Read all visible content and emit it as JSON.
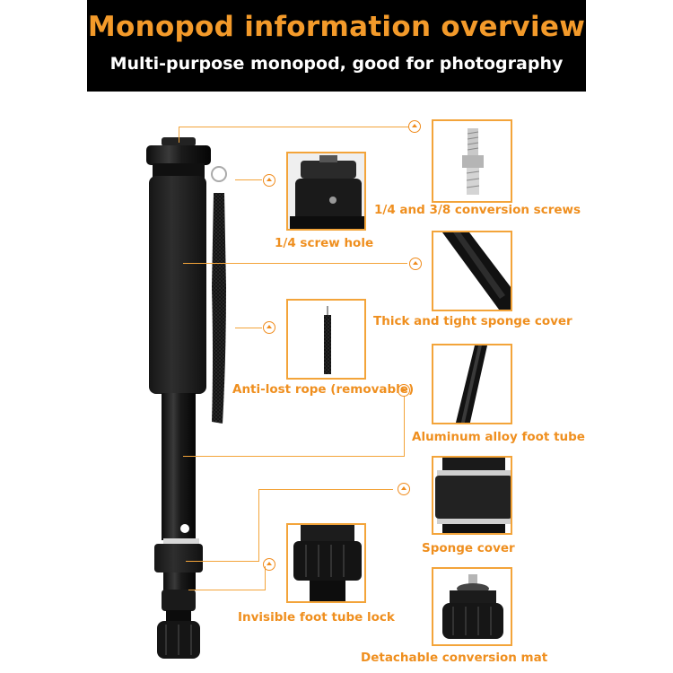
{
  "header": {
    "title": "Monopod information overview",
    "subtitle": "Multi-purpose monopod, good for photography"
  },
  "callouts": [
    {
      "id": "conversion-screws",
      "label": "1/4 and 3/8 conversion screws"
    },
    {
      "id": "screw-hole",
      "label": "1/4 screw hole"
    },
    {
      "id": "sponge-cover-top",
      "label": "Thick and tight sponge cover"
    },
    {
      "id": "anti-lost-rope",
      "label": "Anti-lost rope (removable)"
    },
    {
      "id": "foot-tube",
      "label": "Aluminum alloy foot tube"
    },
    {
      "id": "sponge-cover-lower",
      "label": "Sponge cover"
    },
    {
      "id": "foot-tube-lock",
      "label": "Invisible foot tube lock"
    },
    {
      "id": "conversion-mat",
      "label": "Detachable conversion mat"
    }
  ],
  "icons": {
    "callout_marker": "chevron-up-circle-icon"
  },
  "colors": {
    "accent": "#f39a2a",
    "header_bg": "#000000",
    "subtitle": "#ffffff",
    "frame": "#f3a43a"
  }
}
